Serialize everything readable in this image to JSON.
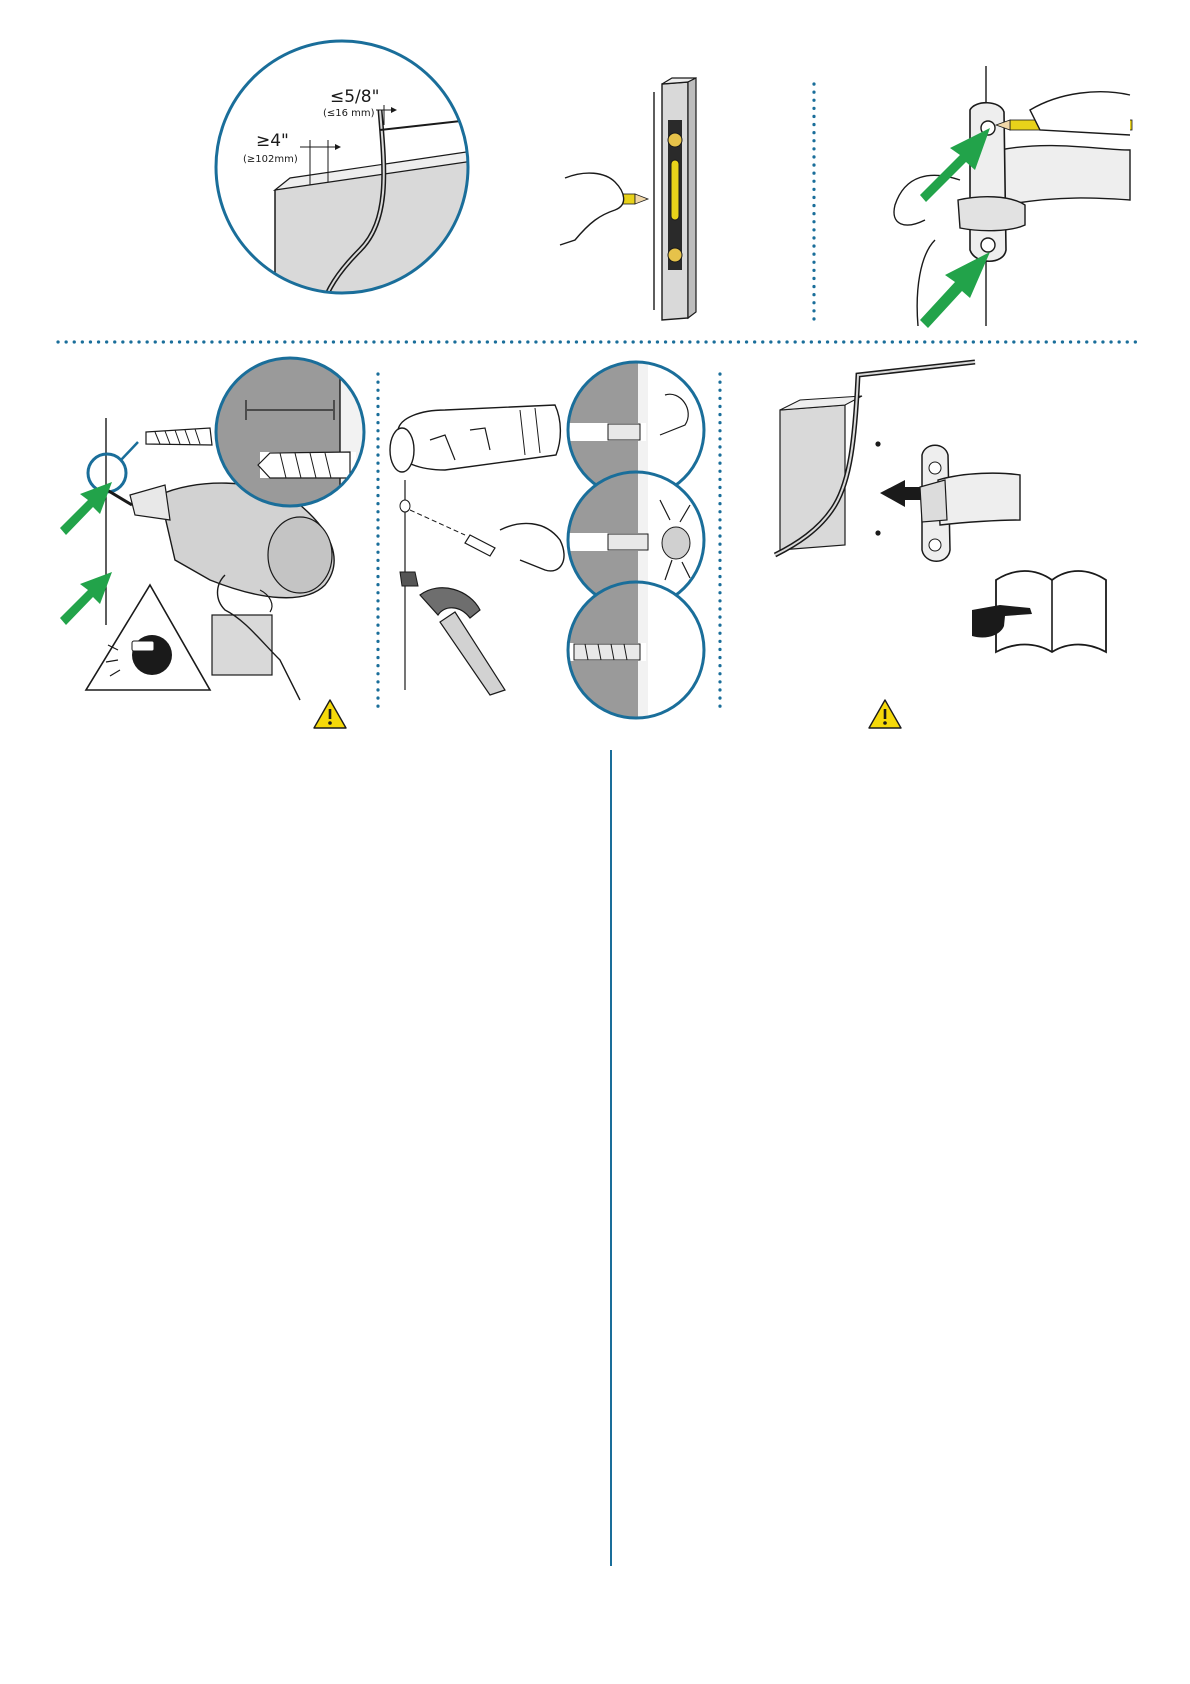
{
  "dimensions": {
    "edge_max": "≤5/8\"",
    "edge_max_mm": "(≤16 mm)",
    "distance_min": "≥4\"",
    "distance_min_mm": "(≥102mm)"
  },
  "colors": {
    "divider": "#1a6e9a",
    "arrow": "#22a34a",
    "pencil": "#e8d21a",
    "warning": "#f5d90a",
    "wall": "#d8d8d8",
    "drill": "#cccccc",
    "ink": "#1a1a1a"
  },
  "icons": {
    "step1": "clearance-magnifier-icon",
    "step2": "spirit-level-icon",
    "step3": "bracket-marking-icon",
    "step4": "drill-icon",
    "step4_warning": "warning-icon",
    "step4_safety": "safety-goggles-icon",
    "step5": "wall-anchor-icon",
    "step6": "mount-bracket-icon",
    "step6_manual": "manual-book-icon",
    "step6_warning": "warning-icon"
  }
}
